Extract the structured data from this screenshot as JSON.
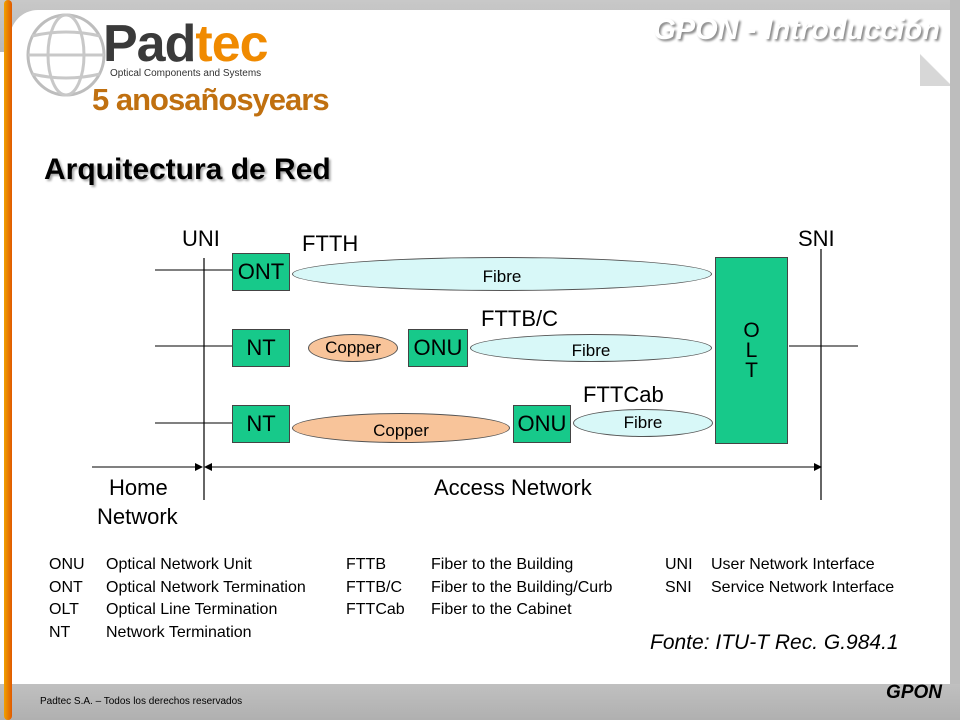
{
  "header": {
    "title": "GPON - Introducción",
    "logo_main": "Pad",
    "logo_accent": "tec",
    "logo_subtitle": "Optical Components and Systems",
    "logo_years": "5 anosañosyears"
  },
  "slide": {
    "title": "Arquitectura de Red"
  },
  "diagram": {
    "uni": "UNI",
    "sni": "SNI",
    "ftth": "FTTH",
    "fttbc": "FTTB/C",
    "fttcab": "FTTCab",
    "ont": "ONT",
    "nt1": "NT",
    "nt2": "NT",
    "onu1": "ONU",
    "onu2": "ONU",
    "fibre1": "Fibre",
    "fibre2": "Fibre",
    "fibre3": "Fibre",
    "copper1": "Copper",
    "copper2": "Copper",
    "olt_letters": [
      "O",
      "L",
      "T"
    ],
    "home_network_line1": "Home",
    "home_network_line2": "Network",
    "access_network": "Access Network",
    "colors": {
      "box": "#17c98a",
      "fibre": "#d8f8f8",
      "copper": "#f8c49a"
    }
  },
  "glossary": [
    [
      {
        "abbr": "ONU",
        "desc": "Optical Network Unit"
      },
      {
        "abbr": "ONT",
        "desc": "Optical Network Termination"
      },
      {
        "abbr": "OLT",
        "desc": "Optical Line Termination"
      },
      {
        "abbr": "NT",
        "desc": "Network Termination"
      }
    ],
    [
      {
        "abbr": "FTTB",
        "desc": "Fiber to the Building"
      },
      {
        "abbr": "FTTB/C",
        "desc": "Fiber to the Building/Curb"
      },
      {
        "abbr": "FTTCab",
        "desc": "Fiber to the Cabinet"
      }
    ],
    [
      {
        "abbr": "UNI",
        "desc": "User Network Interface"
      },
      {
        "abbr": "SNI",
        "desc": "Service Network Interface"
      }
    ]
  ],
  "source": "Fonte: ITU-T Rec. G.984.1",
  "footer": {
    "copyright": "Padtec S.A. – Todos los derechos reservados",
    "tag": "GPON"
  }
}
